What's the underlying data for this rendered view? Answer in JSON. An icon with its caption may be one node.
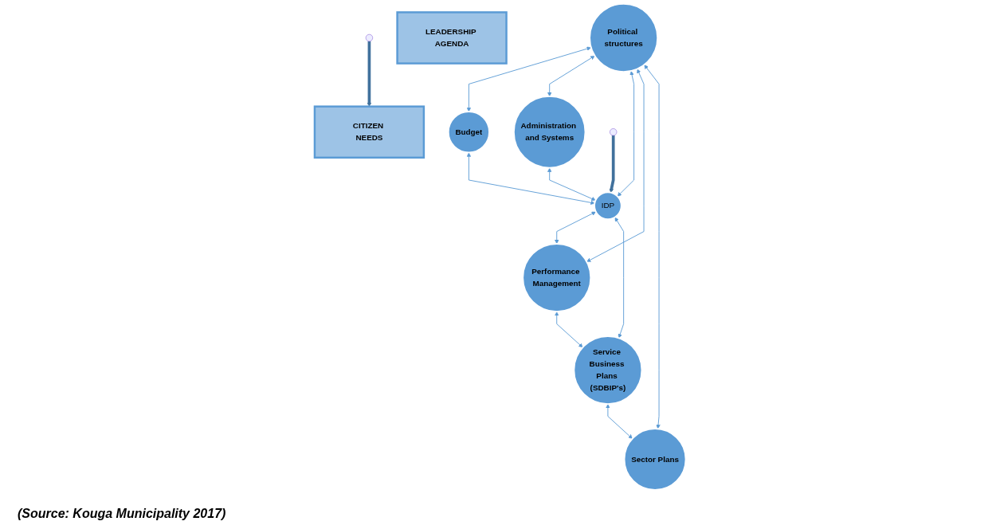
{
  "diagram": {
    "caption": "(Source: Kouga Municipality 2017)",
    "nodes": [
      {
        "text": [
          "Political structures"
        ]
      },
      {
        "text": [
          "Budget"
        ]
      },
      {
        "text": [
          "Administration and Systems"
        ]
      },
      {
        "text": [
          "IDP"
        ]
      },
      {
        "text": [
          "Performance Management"
        ]
      },
      {
        "text": [
          "Sector Plans"
        ]
      },
      {
        "text": [
          "Service Business Plans (SDBIP's)"
        ]
      },
      {
        "text": [
          "LEADERSHIP AGENDA"
        ]
      },
      {
        "text": [
          "CITIZEN NEEDS"
        ]
      }
    ],
    "edges": [
      {
        "from": 0,
        "to": 1,
        "arrow": "both"
      },
      {
        "from": 0,
        "to": 2,
        "arrow": "both"
      },
      {
        "from": 0,
        "to": 3,
        "arrow": "both"
      },
      {
        "from": 0,
        "to": 4,
        "arrow": "both"
      },
      {
        "from": 0,
        "to": 5,
        "arrow": "both"
      },
      {
        "from": 1,
        "to": 3,
        "arrow": "both"
      },
      {
        "from": 2,
        "to": 3,
        "arrow": "both"
      },
      {
        "from": 3,
        "to": 4,
        "arrow": "both"
      },
      {
        "from": 3,
        "to": 6,
        "arrow": "both"
      },
      {
        "from": 4,
        "to": 6,
        "arrow": "both"
      },
      {
        "from": 6,
        "to": 5,
        "arrow": "both"
      },
      {
        "from": null,
        "to": 3,
        "arrow": "to",
        "style": "thick",
        "color": "#41719c"
      },
      {
        "from": null,
        "to": 8,
        "arrow": "to",
        "style": "thick",
        "color": "#41719c"
      }
    ]
  }
}
